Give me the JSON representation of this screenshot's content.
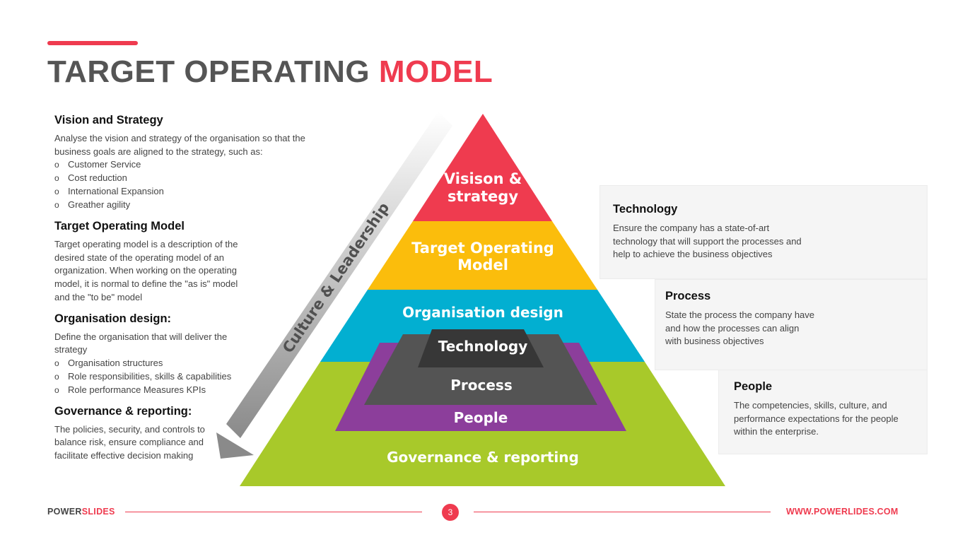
{
  "title": {
    "part1": "TARGET OPERATING ",
    "part2": "MODEL"
  },
  "left_sections": [
    {
      "heading": "Vision and Strategy",
      "text": "Analyse the vision and strategy of the organisation so that the business goals are aligned to the strategy, such as:",
      "bullets": [
        "Customer Service",
        "Cost reduction",
        "International Expansion",
        "Greather agility"
      ]
    },
    {
      "heading": "Target Operating Model",
      "text": "Target operating model is a description of the desired state of the operating model of an organization. When working on the operating model, it is normal to define the \"as is\" model and the \"to be\" model"
    },
    {
      "heading": "Organisation design:",
      "text": "Define the organisation that will deliver the strategy",
      "bullets": [
        "Organisation structures",
        "Role responsibilities, skills & capabilities",
        "Role performance Measures KPIs"
      ]
    },
    {
      "heading": "Governance & reporting:",
      "text": "The policies, security, and controls to balance risk, ensure compliance and facilitate effective decision making"
    }
  ],
  "bullet_glyph": "o",
  "arrow_label": "Culture & Leadership",
  "pyramid": {
    "vision": {
      "line1": "Visison &",
      "line2": "strategy"
    },
    "tom": {
      "line1": "Target Operating",
      "line2": "Model"
    },
    "org": "Organisation design",
    "technology": "Technology",
    "process": "Process",
    "people": "People",
    "governance": "Governance & reporting"
  },
  "info_boxes": [
    {
      "heading": "Technology",
      "text": "Ensure the company has a state-of-art technology that will support the processes and help to achieve the business objectives"
    },
    {
      "heading": "Process",
      "text": "State the process the company have and how the processes can align with business objectives"
    },
    {
      "heading": "People",
      "text": "The competencies, skills, culture, and performance expectations for the people within the enterprise."
    }
  ],
  "footer": {
    "brand_part1": "POWER",
    "brand_part2": "SLIDES",
    "page_number": "3",
    "url": "WWW.POWERLIDES.COM"
  },
  "colors": {
    "accent": "#ef3b4f",
    "vision": "#ef3b4f",
    "tom": "#fbbd0c",
    "org": "#02afd1",
    "governance": "#a8c92a",
    "people": "#8c3e9b",
    "process": "#545454",
    "technology": "#373737"
  }
}
